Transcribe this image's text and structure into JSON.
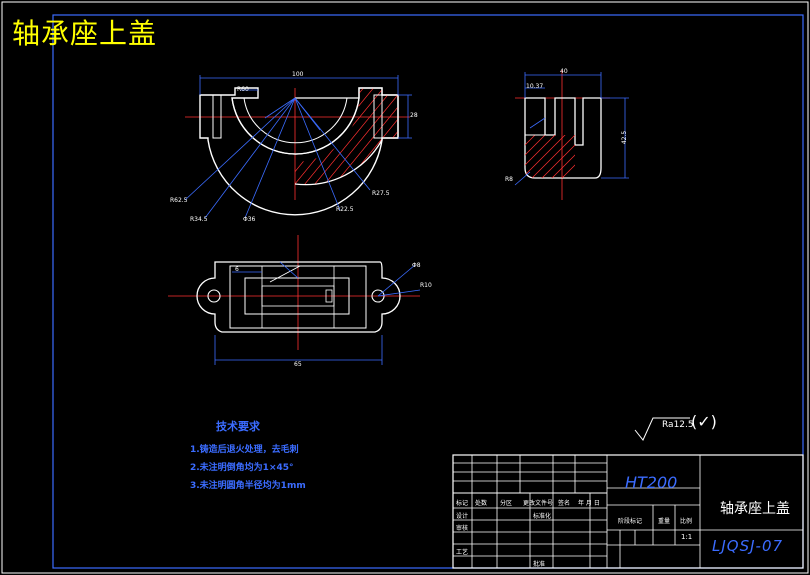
{
  "drawing": {
    "title": "轴承座上盖",
    "drawing_number": "LJQSJ-07",
    "material": "HT200",
    "part_name": "轴承座上盖",
    "scale": "1:1"
  },
  "tech_requirements": {
    "heading": "技术要求",
    "items": [
      "1.铸造后退火处理，去毛刺",
      "2.未注明倒角均为1×45°",
      "3.未注明圆角半径均为1mm"
    ]
  },
  "roughness": {
    "value": "Ra12.5",
    "bracket": "(✓)"
  },
  "dimensions": {
    "front_width": "100",
    "front_height": "28",
    "chamfer": "R60",
    "r1": "R62.5",
    "r2": "R34.5",
    "r3": "Φ36",
    "r4": "R22.5",
    "r5": "R27.5",
    "side_width": "40",
    "side_small": "10.37",
    "side_height": "42.5",
    "side_small2": "R8",
    "top_r1": "Φ8",
    "top_r2": "R10",
    "top_width": "65",
    "top_small": "6"
  },
  "title_block": {
    "labels": {
      "mark": "标记",
      "count": "处数",
      "zone": "分区",
      "change_no": "更改文件号",
      "signature": "签名",
      "date": "年 月 日",
      "design": "设计",
      "standardize": "标准化",
      "check": "审核",
      "process": "工艺",
      "approve": "批准",
      "stage_mark": "阶段标记",
      "weight": "重量",
      "ratio": "比例"
    }
  }
}
